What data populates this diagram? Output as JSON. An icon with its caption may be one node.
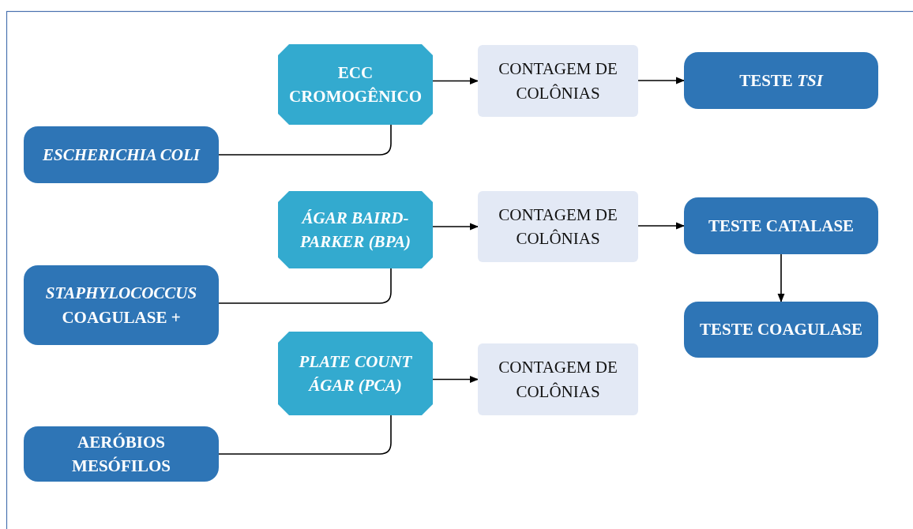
{
  "diagram": {
    "nodes": [
      {
        "text": [
          "ECC CROMOGÊNICO"
        ]
      },
      {
        "text": [
          "CONTAGEM DE COLÔNIAS"
        ]
      },
      {
        "text": [
          "TESTE *TSI*"
        ]
      },
      {
        "text": [
          "ESCHERICHIA COLI"
        ]
      },
      {
        "text": [
          "ÁGAR BAIRD-PARKER (BPA)"
        ]
      },
      {
        "text": [
          "CONTAGEM DE COLÔNIAS"
        ]
      },
      {
        "text": [
          "TESTE CATALASE"
        ]
      },
      {
        "text": [
          "*STAPHYLOCOCCUS* COAGULASE +"
        ]
      },
      {
        "text": [
          "TESTE COAGULASE"
        ]
      },
      {
        "text": [
          "PLATE COUNT ÁGAR (PCA)"
        ]
      },
      {
        "text": [
          "CONTAGEM DE COLÔNIAS"
        ]
      },
      {
        "text": [
          "AERÓBIOS MESÓFILOS"
        ]
      }
    ],
    "edges": [
      {
        "from": 3,
        "to": 0,
        "arrow": "none"
      },
      {
        "from": 0,
        "to": 1,
        "arrow": "to"
      },
      {
        "from": 1,
        "to": 2,
        "arrow": "to"
      },
      {
        "from": 7,
        "to": 4,
        "arrow": "none"
      },
      {
        "from": 4,
        "to": 5,
        "arrow": "to"
      },
      {
        "from": 5,
        "to": 6,
        "arrow": "to"
      },
      {
        "from": 6,
        "to": 8,
        "arrow": "to"
      },
      {
        "from": 11,
        "to": 9,
        "arrow": "none"
      },
      {
        "from": 9,
        "to": 10,
        "arrow": "to"
      }
    ]
  }
}
